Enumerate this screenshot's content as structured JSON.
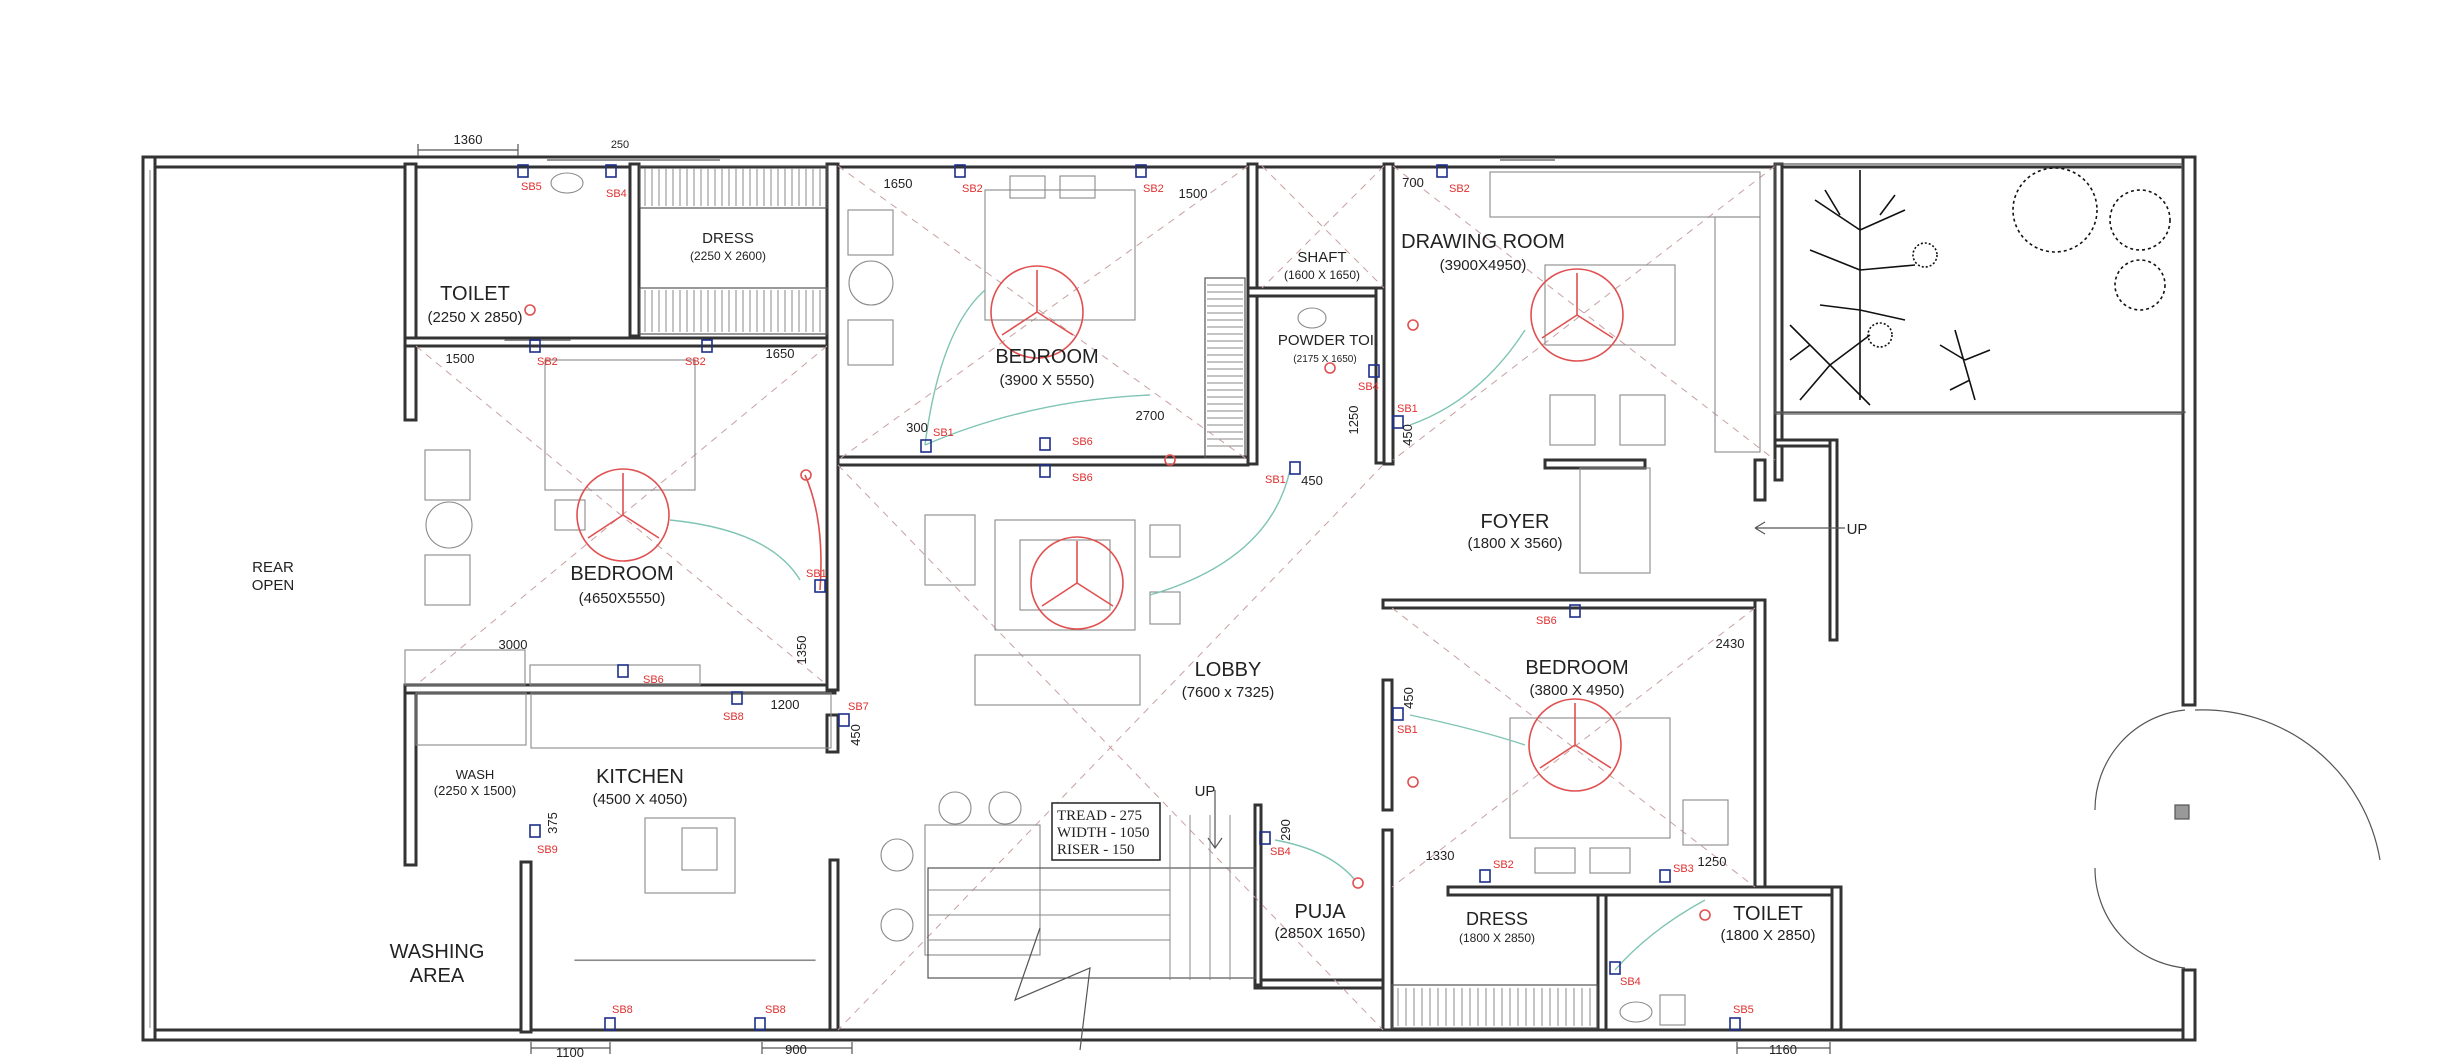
{
  "rooms": {
    "rear_open": {
      "line1": "REAR",
      "line2": "OPEN"
    },
    "toilet_1": {
      "name": "TOILET",
      "dim": "(2250 X 2850)"
    },
    "dress_1": {
      "name": "DRESS",
      "dim": "(2250 X 2600)"
    },
    "bedroom_1": {
      "name": "BEDROOM",
      "dim": "(3900 X 5550)"
    },
    "shaft": {
      "name": "SHAFT",
      "dim": "(1600 X 1650)"
    },
    "powder_toilet": {
      "name": "POWDER TOI.",
      "dim": "(2175 X 1650)"
    },
    "drawing_room": {
      "name": "DRAWING ROOM",
      "dim": "(3900X4950)"
    },
    "bedroom_2": {
      "name": "BEDROOM",
      "dim": "(4650X5550)"
    },
    "foyer": {
      "name": "FOYER",
      "dim": "(1800 X 3560)"
    },
    "lobby": {
      "name": "LOBBY",
      "dim": "(7600 x 7325)"
    },
    "bedroom_3": {
      "name": "BEDROOM",
      "dim": "(3800 X 4950)"
    },
    "wash": {
      "name": "WASH",
      "dim": "(2250 X 1500)"
    },
    "kitchen": {
      "name": "KITCHEN",
      "dim": "(4500 X 4050)"
    },
    "washing_area": {
      "line1": "WASHING",
      "line2": "AREA"
    },
    "puja": {
      "name": "PUJA",
      "dim": "(2850X 1650)"
    },
    "dress_2": {
      "name": "DRESS",
      "dim": "(1800 X 2850)"
    },
    "toilet_2": {
      "name": "TOILET",
      "dim": "(1800 X 2850)"
    }
  },
  "stair": {
    "tread": "TREAD - 275",
    "width": "WIDTH - 1050",
    "riser": "RISER   - 150",
    "up_label": "UP"
  },
  "entrance_up": "UP",
  "dimensions": {
    "d1360": "1360",
    "d250": "250",
    "d1650a": "1650",
    "d1500a": "1500",
    "d700": "700",
    "d1500b": "1500",
    "d1650b": "1650",
    "d300": "300",
    "d2700": "2700",
    "d1250": "1250",
    "d450a": "450",
    "d450b": "450",
    "d3000": "3000",
    "d1350": "1350",
    "d1200": "1200",
    "d450c": "450",
    "d2430": "2430",
    "d450d": "450",
    "d375": "375",
    "d290": "290",
    "d1330": "1330",
    "d1250b": "1250",
    "d1100": "1100",
    "d900": "900",
    "d1160": "1160"
  },
  "switchboards": {
    "sb5a": "SB5",
    "sb4a": "SB4",
    "sb2a": "SB2",
    "sb2b": "SB2",
    "sb2c": "SB2",
    "sb2d": "SB2",
    "sb2e": "SB2",
    "sb1a": "SB1",
    "sb6a": "SB6",
    "sb6b": "SB6",
    "sb1b": "SB1",
    "sb4b": "SB4",
    "sb1c": "SB1",
    "sb1d": "SB1",
    "sb6c": "SB6",
    "sb8a": "SB8",
    "sb7": "SB7",
    "sb6d": "SB6",
    "sb1e": "SB1",
    "sb9": "SB9",
    "sb4c": "SB4",
    "sb2f": "SB2",
    "sb3": "SB3",
    "sb4d": "SB4",
    "sb5b": "SB5",
    "sb8b": "SB8",
    "sb8c": "SB8"
  },
  "colors": {
    "walls": "#333333",
    "fans": "#e05050",
    "wiring": "#7fc4b4",
    "switch_symbols": "#1d2f8a",
    "switch_labels": "#e03030"
  }
}
